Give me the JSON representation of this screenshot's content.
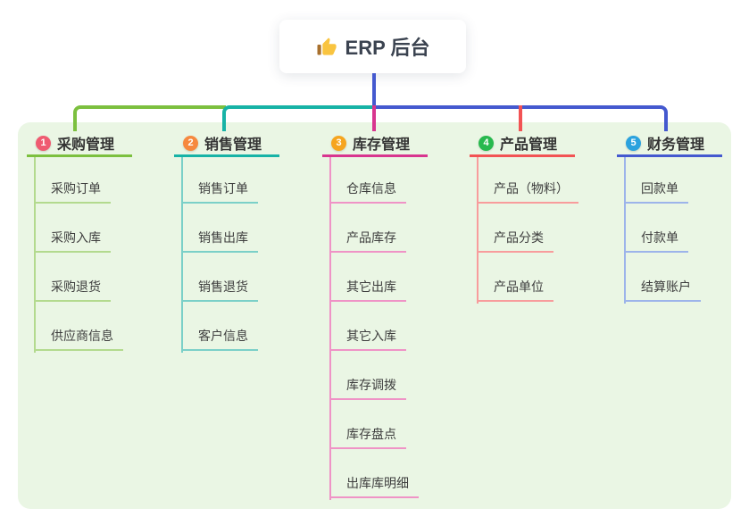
{
  "page": {
    "background_color": "#ffffff",
    "panel_color": "#eaf6e4"
  },
  "root": {
    "icon": "thumbs-up-icon",
    "icon_colors": {
      "hand": "#f9c440",
      "cuff": "#a8702d"
    },
    "label": "ERP 后台",
    "line_color": "#4459cf"
  },
  "branches": [
    {
      "badge": "1",
      "badge_color": "#ef5b71",
      "label": "采购管理",
      "color": "#7cc03f",
      "child_line_color": "#b3da8e",
      "children": [
        "采购订单",
        "采购入库",
        "采购退货",
        "供应商信息"
      ]
    },
    {
      "badge": "2",
      "badge_color": "#f6893f",
      "label": "销售管理",
      "color": "#17b3a6",
      "child_line_color": "#7bd0c8",
      "children": [
        "销售订单",
        "销售出库",
        "销售退货",
        "客户信息"
      ]
    },
    {
      "badge": "3",
      "badge_color": "#f6a51f",
      "label": "库存管理",
      "color": "#d8358f",
      "child_line_color": "#ef93c6",
      "children": [
        "仓库信息",
        "产品库存",
        "其它出库",
        "其它入库",
        "库存调拨",
        "库存盘点",
        "出库库明细"
      ]
    },
    {
      "badge": "4",
      "badge_color": "#28b94e",
      "label": "产品管理",
      "color": "#f25354",
      "child_line_color": "#f89c9c",
      "children": [
        "产品（物料）",
        "产品分类",
        "产品单位"
      ]
    },
    {
      "badge": "5",
      "badge_color": "#2ba2de",
      "label": "财务管理",
      "color": "#4459cf",
      "child_line_color": "#9db4ea",
      "children": [
        "回款单",
        "付款单",
        "结算账户"
      ]
    }
  ]
}
